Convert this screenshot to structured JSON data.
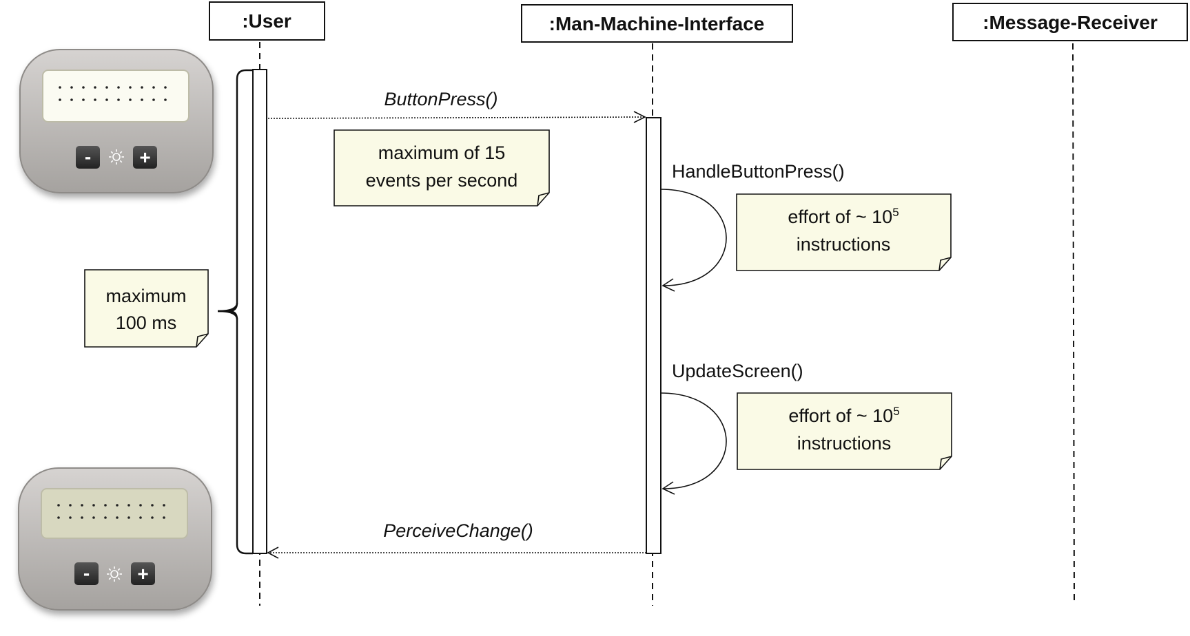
{
  "lifelines": [
    {
      "label": ":User"
    },
    {
      "label": ":Man-Machine-Interface"
    },
    {
      "label": ":Message-Receiver"
    }
  ],
  "messages": {
    "button_press": ":ButtonPress()",
    "perceive_change": "PerceiveChange()",
    "handle_button_press": "HandleButtonPress()",
    "update_screen": "UpdateScreen()"
  },
  "notes": {
    "rate": {
      "line1": "maximum of 15",
      "line2": "events per second"
    },
    "latency": {
      "line1": "maximum",
      "line2": "100 ms"
    },
    "effort_handle": {
      "line1_base": "effort of ~ 10",
      "line1_exp": "5",
      "line2": "instructions"
    },
    "effort_update": {
      "line1_base": "effort of ~ 10",
      "line1_exp": "5",
      "line2": "instructions"
    }
  },
  "device": {
    "minus_label": "-",
    "plus_label": "+",
    "brightness_icon": "sun-icon"
  },
  "colors": {
    "note_fill": "#fafae6",
    "device_body": "#b9b6b4",
    "screen_on": "#fbfbf2",
    "screen_off": "#d8d8c0",
    "button": "#3a3a3a"
  }
}
